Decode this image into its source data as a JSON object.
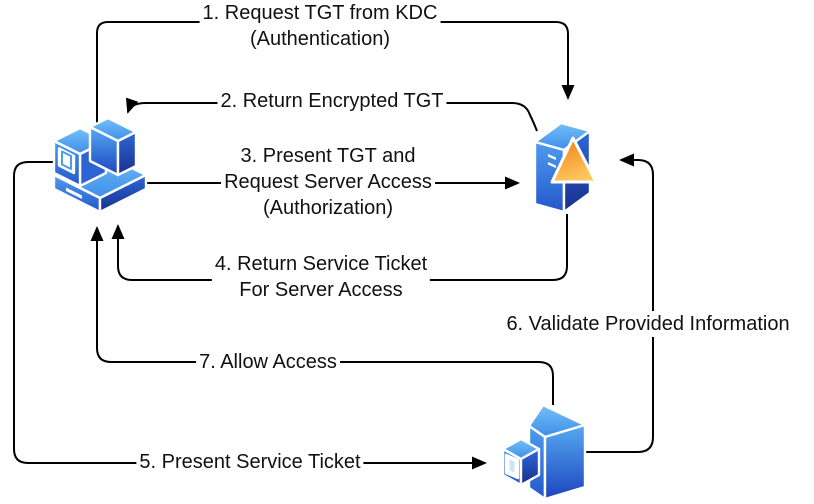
{
  "diagram": {
    "nodes": [
      {
        "id": "client",
        "icon": "client-computer-icon"
      },
      {
        "id": "kdc",
        "icon": "kdc-server-icon"
      },
      {
        "id": "server",
        "icon": "application-server-icon"
      }
    ],
    "steps": [
      {
        "id": 1,
        "from": "client",
        "to": "kdc",
        "lines": [
          "1. Request TGT from KDC",
          "(Authentication)"
        ]
      },
      {
        "id": 2,
        "from": "kdc",
        "to": "client",
        "lines": [
          "2. Return Encrypted TGT"
        ]
      },
      {
        "id": 3,
        "from": "client",
        "to": "kdc",
        "lines": [
          "3. Present TGT and",
          "Request Server Access",
          "(Authorization)"
        ]
      },
      {
        "id": 4,
        "from": "kdc",
        "to": "client",
        "lines": [
          "4. Return Service Ticket",
          "For Server Access"
        ]
      },
      {
        "id": 5,
        "from": "client",
        "to": "server",
        "lines": [
          "5. Present Service Ticket"
        ]
      },
      {
        "id": 6,
        "from": "server",
        "to": "kdc",
        "lines": [
          "6. Validate Provided Information"
        ]
      },
      {
        "id": 7,
        "from": "server",
        "to": "client",
        "lines": [
          "7. Allow Access"
        ]
      }
    ],
    "colors": {
      "line": "#000000",
      "background": "#ffffff",
      "icon_light_blue": "#74C0F8",
      "icon_mid_blue": "#2456CB",
      "icon_dark_blue": "#182F8C",
      "icon_orange": "#EE7D0F"
    }
  }
}
